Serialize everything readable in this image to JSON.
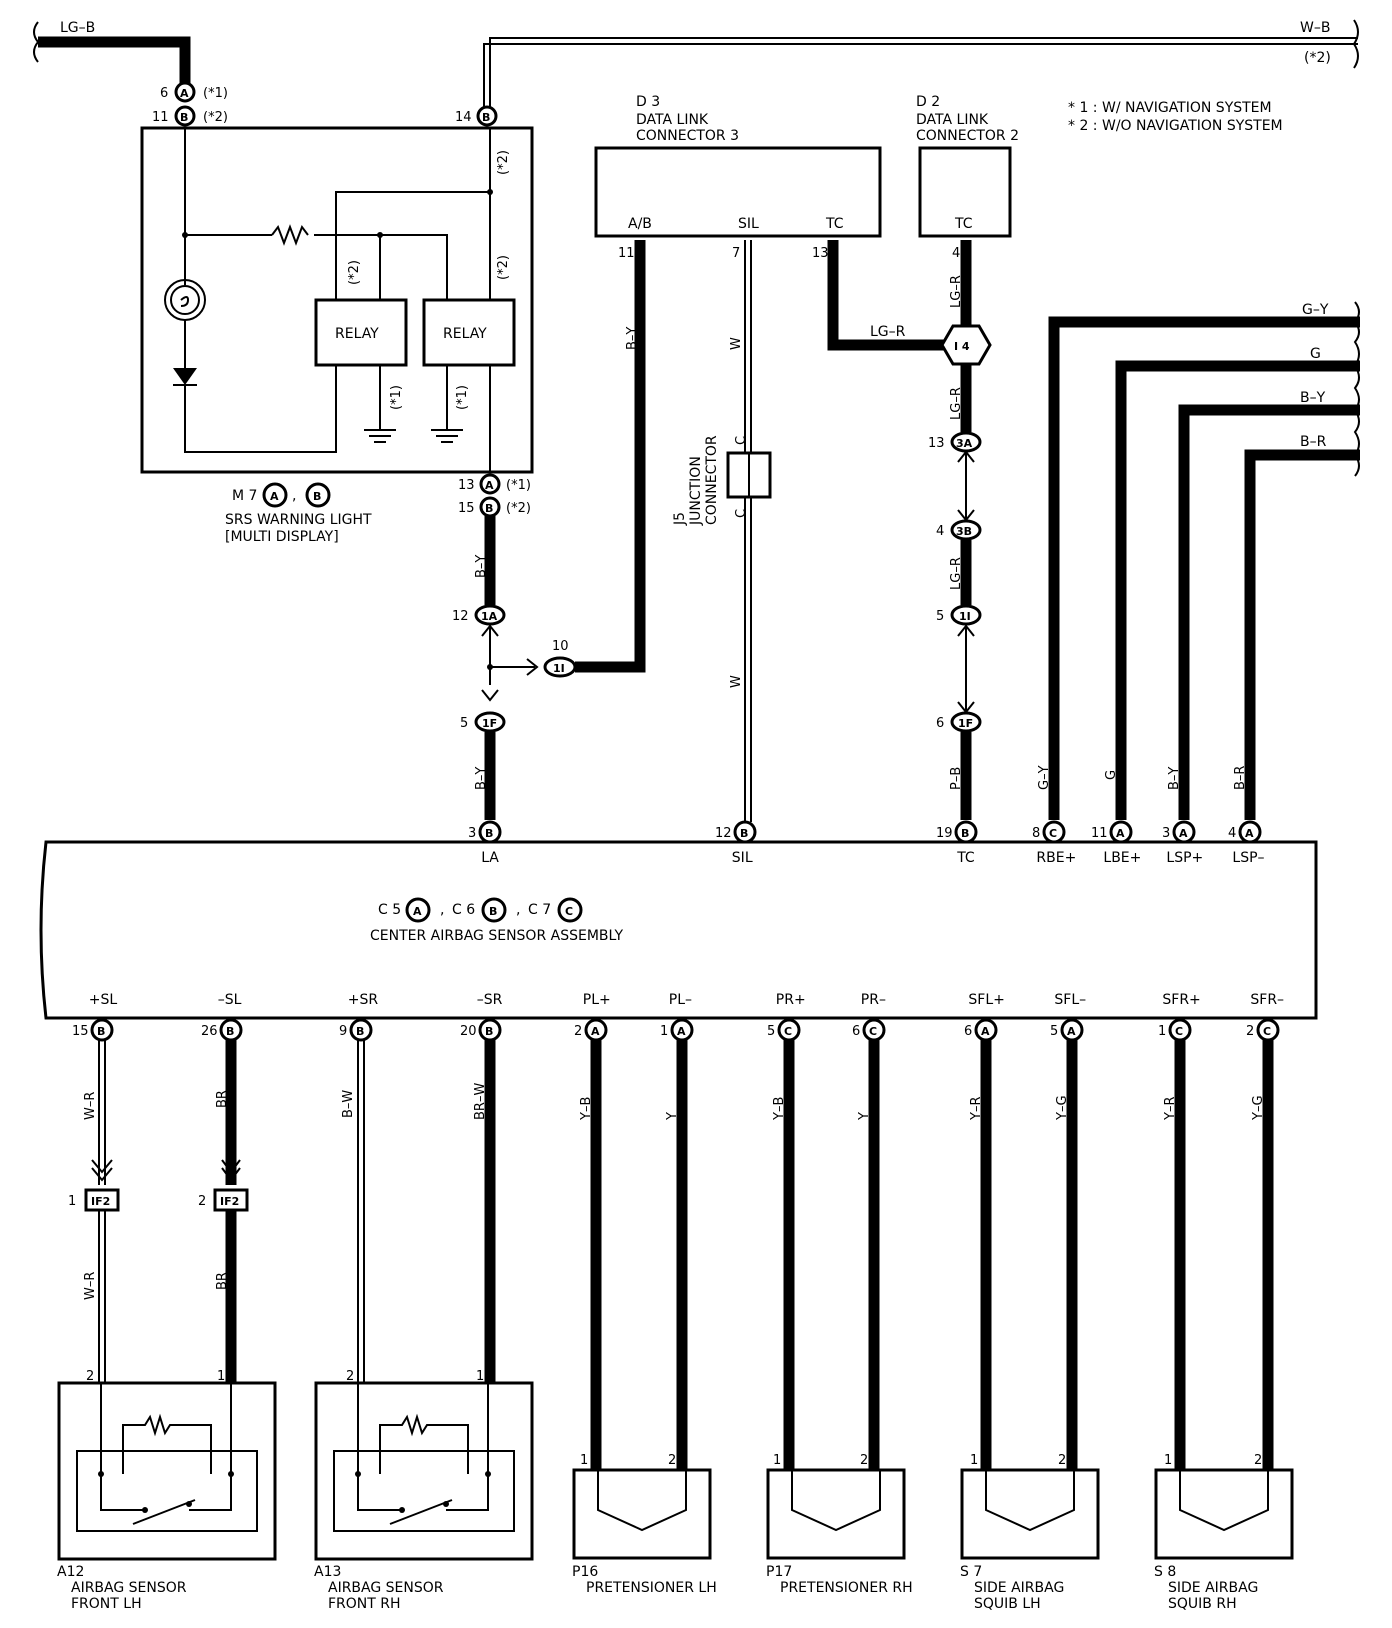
{
  "wires": {
    "top_left": "LG–B",
    "top_right": "W–B",
    "top_right_note": "(*2)",
    "harness_g_y": "G–Y",
    "harness_g": "G",
    "harness_b_y": "B–Y",
    "harness_b_r": "B–R",
    "by": "B–Y",
    "w": "W",
    "lg_r": "LG–R",
    "p_b": "P–B",
    "g_y": "G–Y",
    "g": "G",
    "b_y2": "B–Y",
    "b_r": "B–R",
    "w_r": "W–R",
    "br": "BR",
    "b_w": "B–W",
    "br_w": "BR–W",
    "y_b": "Y–B",
    "y": "Y",
    "y_r": "Y–R",
    "y_g": "Y–G"
  },
  "notes": {
    "n1": "* 1 : W/ NAVIGATION SYSTEM",
    "n2": "* 2 : W/O NAVIGATION SYSTEM",
    "star1": "(*1)",
    "star2": "(*2)"
  },
  "m7": {
    "pin6": "6",
    "pin11": "11",
    "pin14": "14",
    "pin13": "13",
    "pin15": "15",
    "conn_a": "A",
    "conn_b": "B",
    "relay": "RELAY",
    "id": "M 7",
    "name1": "SRS WARNING LIGHT",
    "name2": "[MULTI DISPLAY]"
  },
  "d3": {
    "id": "D 3",
    "name1": "DATA LINK",
    "name2": "CONNECTOR 3",
    "pins": [
      "A/B",
      "SIL",
      "TC"
    ],
    "pin_nums": [
      "11",
      "7",
      "13"
    ]
  },
  "d2": {
    "id": "D 2",
    "name1": "DATA LINK",
    "name2": "CONNECTOR 2",
    "pin": "TC",
    "pin_num": "4"
  },
  "j5": {
    "id": "J5",
    "name1": "JUNCTION",
    "name2": "CONNECTOR",
    "c": "C"
  },
  "i4": "I 4",
  "junctions": {
    "j1a": "1A",
    "j1a_pin": "12",
    "j1i": "1I",
    "j1i_pin": "10",
    "j1f": "1F",
    "j1f_pin": "5",
    "j3a": "3A",
    "j3a_pin": "13",
    "j3b": "3B",
    "j3b_pin": "4",
    "j1i_r": "1I",
    "j1i_r_pin": "5",
    "j1f_r": "1F",
    "j1f_r_pin": "6",
    "if2": "IF2",
    "if2_pin1": "1",
    "if2_pin2": "2"
  },
  "center": {
    "c5": "C 5",
    "c6": "C 6",
    "c7": "C 7",
    "conn_a": "A",
    "conn_b": "B",
    "conn_c": "C",
    "name": "CENTER AIRBAG SENSOR ASSEMBLY",
    "top_pins": [
      {
        "num": "3",
        "conn": "B",
        "label": "LA"
      },
      {
        "num": "12",
        "conn": "B",
        "label": "SIL"
      },
      {
        "num": "19",
        "conn": "B",
        "label": "TC"
      },
      {
        "num": "8",
        "conn": "C",
        "label": "RBE+"
      },
      {
        "num": "11",
        "conn": "A",
        "label": "LBE+"
      },
      {
        "num": "3",
        "conn": "A",
        "label": "LSP+"
      },
      {
        "num": "4",
        "conn": "A",
        "label": "LSP–"
      }
    ],
    "bottom_pins": [
      {
        "num": "15",
        "conn": "B",
        "label": "+SL"
      },
      {
        "num": "26",
        "conn": "B",
        "label": "–SL"
      },
      {
        "num": "9",
        "conn": "B",
        "label": "+SR"
      },
      {
        "num": "20",
        "conn": "B",
        "label": "–SR"
      },
      {
        "num": "2",
        "conn": "A",
        "label": "PL+"
      },
      {
        "num": "1",
        "conn": "A",
        "label": "PL–"
      },
      {
        "num": "5",
        "conn": "C",
        "label": "PR+"
      },
      {
        "num": "6",
        "conn": "C",
        "label": "PR–"
      },
      {
        "num": "6",
        "conn": "A",
        "label": "SFL+"
      },
      {
        "num": "5",
        "conn": "A",
        "label": "SFL–"
      },
      {
        "num": "1",
        "conn": "C",
        "label": "SFR+"
      },
      {
        "num": "2",
        "conn": "C",
        "label": "SFR–"
      }
    ]
  },
  "components": [
    {
      "id": "A12",
      "name1": "AIRBAG SENSOR",
      "name2": "FRONT LH"
    },
    {
      "id": "A13",
      "name1": "AIRBAG SENSOR",
      "name2": "FRONT RH"
    },
    {
      "id": "P16",
      "name1": "PRETENSIONER LH",
      "name2": ""
    },
    {
      "id": "P17",
      "name1": "PRETENSIONER RH",
      "name2": ""
    },
    {
      "id": "S 7",
      "name1": "SIDE AIRBAG",
      "name2": "SQUIB LH"
    },
    {
      "id": "S 8",
      "name1": "SIDE AIRBAG",
      "name2": "SQUIB RH"
    }
  ],
  "comp_pins": {
    "p1": "1",
    "p2": "2"
  }
}
